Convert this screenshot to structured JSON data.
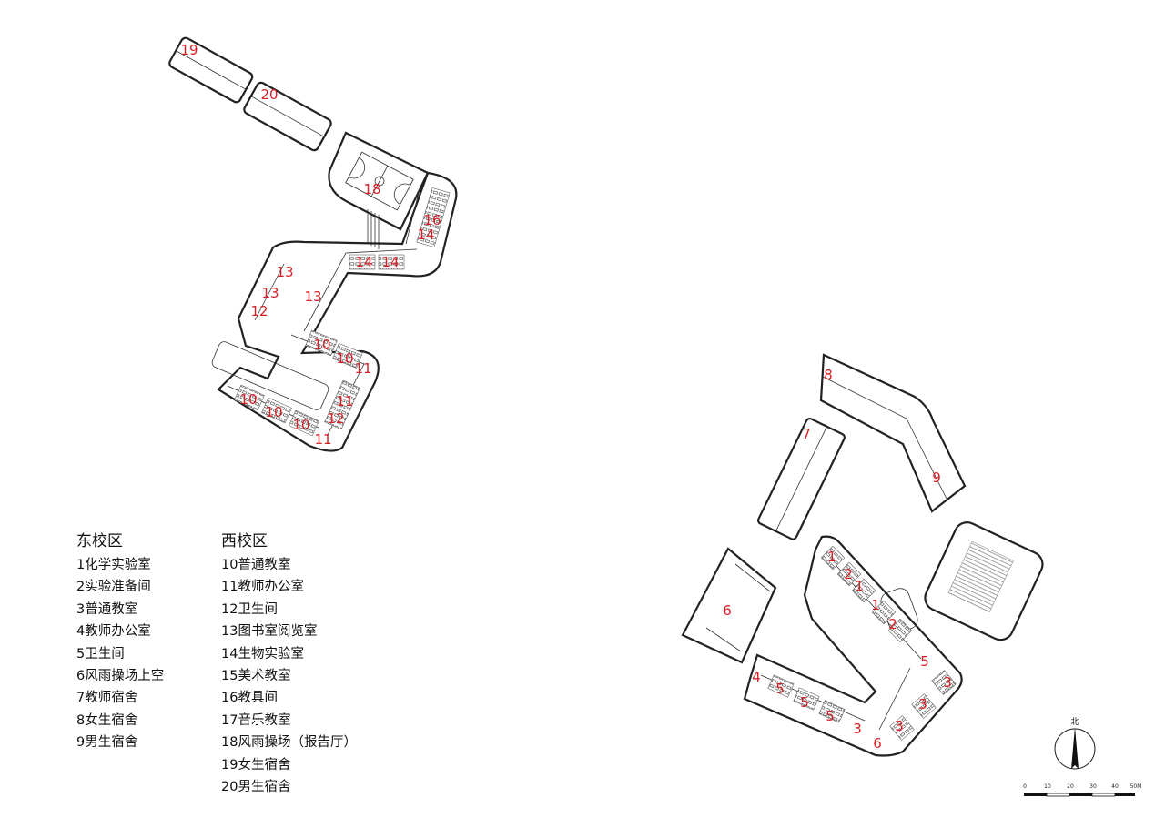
{
  "legend": {
    "east": {
      "title": "东校区",
      "items": [
        "1化学实验室",
        "2实验准备间",
        "3普通教室",
        "4教师办公室",
        "5卫生间",
        "6风雨操场上空",
        "7教师宿舍",
        "8女生宿舍",
        "9男生宿舍"
      ]
    },
    "west": {
      "title": "西校区",
      "items": [
        "10普通教室",
        "11教师办公室",
        "12卫生间",
        "13图书室阅览室",
        "14生物实验室",
        "15美术教室",
        "16教具间",
        "17音乐教室",
        "18风雨操场（报告厅）",
        "19女生宿舍",
        "20男生宿舍"
      ]
    }
  },
  "room_labels": {
    "west": [
      "19",
      "20",
      "18",
      "16",
      "14",
      "14",
      "14",
      "13",
      "13",
      "13",
      "12",
      "10",
      "10",
      "11",
      "10",
      "10",
      "10",
      "11",
      "12",
      "11"
    ],
    "east": [
      "8",
      "7",
      "9",
      "1",
      "2",
      "1",
      "1",
      "2",
      "5",
      "4",
      "5",
      "5",
      "5",
      "3",
      "3",
      "3",
      "3",
      "6",
      "6"
    ]
  },
  "north_arrow": {
    "label": "北"
  },
  "scale_bar": {
    "ticks": [
      "0",
      "10",
      "20",
      "30",
      "40",
      "50M"
    ]
  },
  "colors": {
    "label_red": "#d81f26",
    "line": "#222222"
  }
}
